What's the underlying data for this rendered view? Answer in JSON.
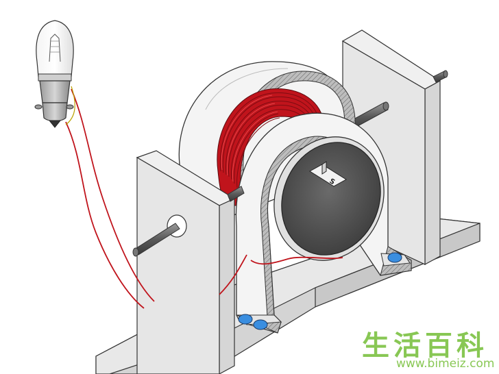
{
  "scene": {
    "magnet_pole_label": "S",
    "parts": {
      "bulb": "light-bulb",
      "wire": "red-wire",
      "coil": "copper-coil",
      "rotor": "rotating-magnet-disc",
      "frame": "u-shaped-steel-frame",
      "stands": "grey-support-stands",
      "axle": "steel-axle",
      "base": "grey-base-plate"
    }
  },
  "watermark": {
    "logo_text": [
      "生",
      "活",
      "百",
      "科"
    ],
    "url": "www.bimeiz.com"
  },
  "colors": {
    "wire": "#c0141c",
    "coil_dark": "#8e0c12",
    "frame": "#f2f2f2",
    "stand_front": "#d8d8d8",
    "stand_side": "#ececec",
    "disc": "#555555",
    "screw": "#3a8ee0",
    "watermark": "#7cc242"
  }
}
